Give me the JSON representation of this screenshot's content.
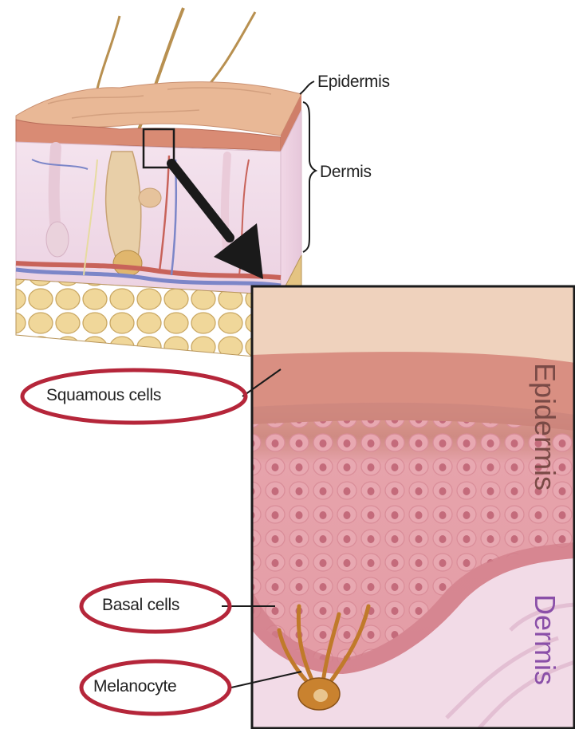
{
  "overview": {
    "labels": {
      "epidermis": "Epidermis",
      "dermis": "Dermis"
    }
  },
  "inset": {
    "labels": {
      "epidermis": "Epidermis",
      "dermis": "Dermis"
    }
  },
  "callouts": [
    {
      "id": "squamous",
      "text": "Squamous cells"
    },
    {
      "id": "basal",
      "text": "Basal cells"
    },
    {
      "id": "melanocyte",
      "text": "Melanocyte"
    }
  ],
  "colors": {
    "highlight_ring": "#b5263a",
    "inset_epidermis_label": "#7a4a46",
    "inset_dermis_label": "#8a4fa8",
    "skin_surface": "#e8b08e",
    "dermis_fill": "#f3dde8",
    "fat": "#e9cf8a",
    "arrow": "#1a1a1a"
  }
}
